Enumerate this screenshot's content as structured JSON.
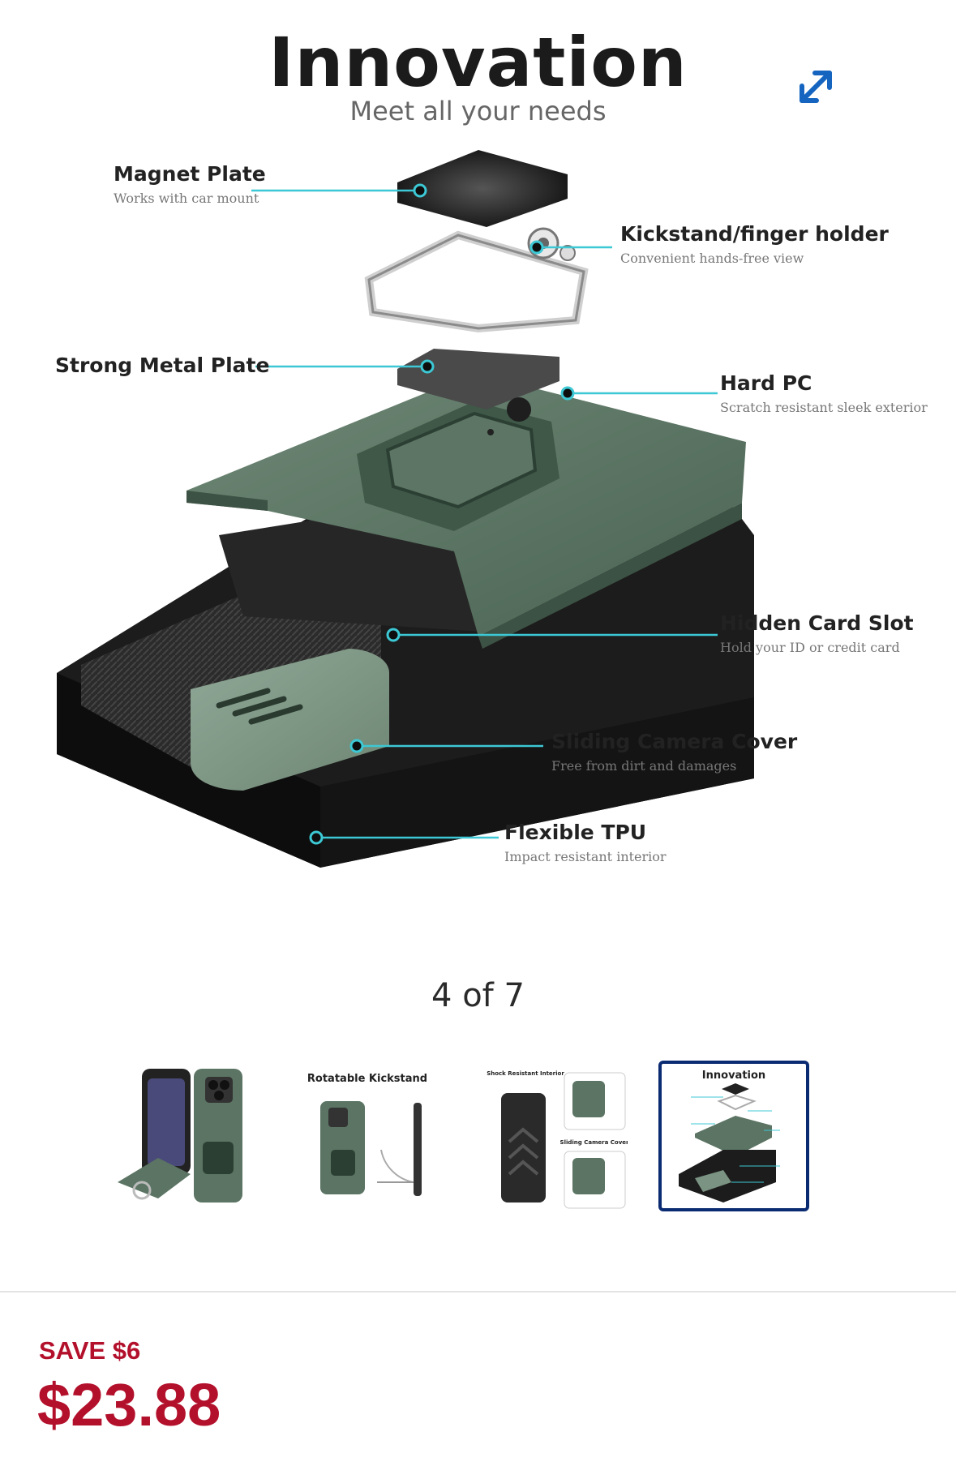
{
  "hero": {
    "title": "Innovation",
    "subtitle": "Meet all your needs",
    "callouts": [
      {
        "title": "Magnet Plate",
        "sub": "Works with car mount"
      },
      {
        "title": "Kickstand/finger holder",
        "sub": "Convenient hands-free view"
      },
      {
        "title": "Strong Metal Plate",
        "sub": ""
      },
      {
        "title": "Hard PC",
        "sub": "Scratch resistant sleek exterior"
      },
      {
        "title": "Hidden Card Slot",
        "sub": "Hold your ID or credit card"
      },
      {
        "title": "Sliding Camera Cover",
        "sub": "Free from dirt and damages"
      },
      {
        "title": "Flexible TPU",
        "sub": "Impact resistant interior"
      }
    ],
    "expand_icon": "expand-diagonal-arrows-icon",
    "accent_color": "#1565c0",
    "line_color": "#3cc8d4"
  },
  "gallery": {
    "counter": "4 of 7",
    "thumbnails": [
      {
        "label": ""
      },
      {
        "label": "Rotatable Kickstand"
      },
      {
        "label": "Shock Resistant Interior",
        "label2": "Sliding Camera Cover"
      },
      {
        "label": "Innovation"
      }
    ],
    "selected_index": 3
  },
  "pricing": {
    "save": "SAVE $6",
    "price": "$23.88",
    "color": "#b3102b"
  }
}
